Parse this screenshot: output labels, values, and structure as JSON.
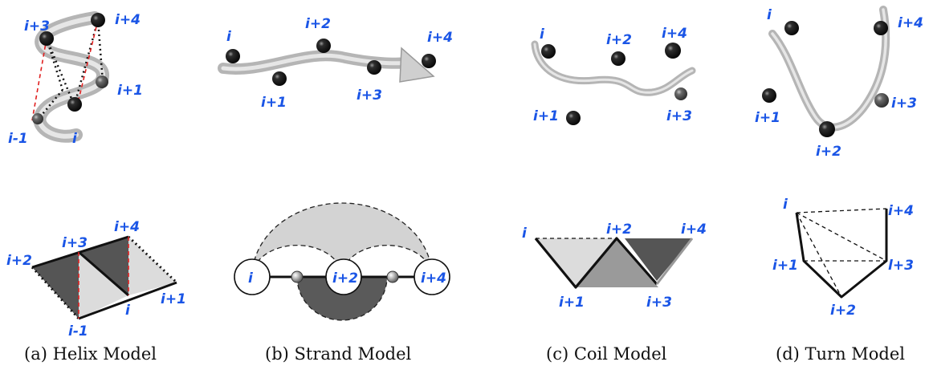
{
  "panels": {
    "helix": {
      "caption": "(a) Helix Model",
      "top_labels": [
        "i+3",
        "i+4",
        "i+1",
        "i-1",
        "i"
      ],
      "bottom_labels": [
        "i+3",
        "i+4",
        "i+2",
        "i+1",
        "i-1",
        "i"
      ]
    },
    "strand": {
      "caption": "(b) Strand Model",
      "top_labels": [
        "i",
        "i+2",
        "i+4",
        "i+1",
        "i+3"
      ],
      "bottom_labels": [
        "i",
        "i+2",
        "i+4"
      ]
    },
    "coil": {
      "caption": "(c) Coil Model",
      "top_labels": [
        "i",
        "i+2",
        "i+4",
        "i+1",
        "i+3"
      ],
      "bottom_labels": [
        "i",
        "i+2",
        "i+4",
        "i+1",
        "i+3"
      ]
    },
    "turn": {
      "caption": "(d) Turn Model",
      "top_labels": [
        "i",
        "i+4",
        "i+1",
        "i+3",
        "i+2"
      ],
      "bottom_labels": [
        "i",
        "i+4",
        "i+1",
        "l+3",
        "i+2"
      ]
    }
  },
  "colors": {
    "label": "#1a55e6",
    "bead": "#111111",
    "ribbon": "#b5b5b5",
    "triangle_light": "#dcdcdc",
    "triangle_mid": "#9a9a9a",
    "triangle_dark": "#555555",
    "red_dashed": "#e02020"
  }
}
